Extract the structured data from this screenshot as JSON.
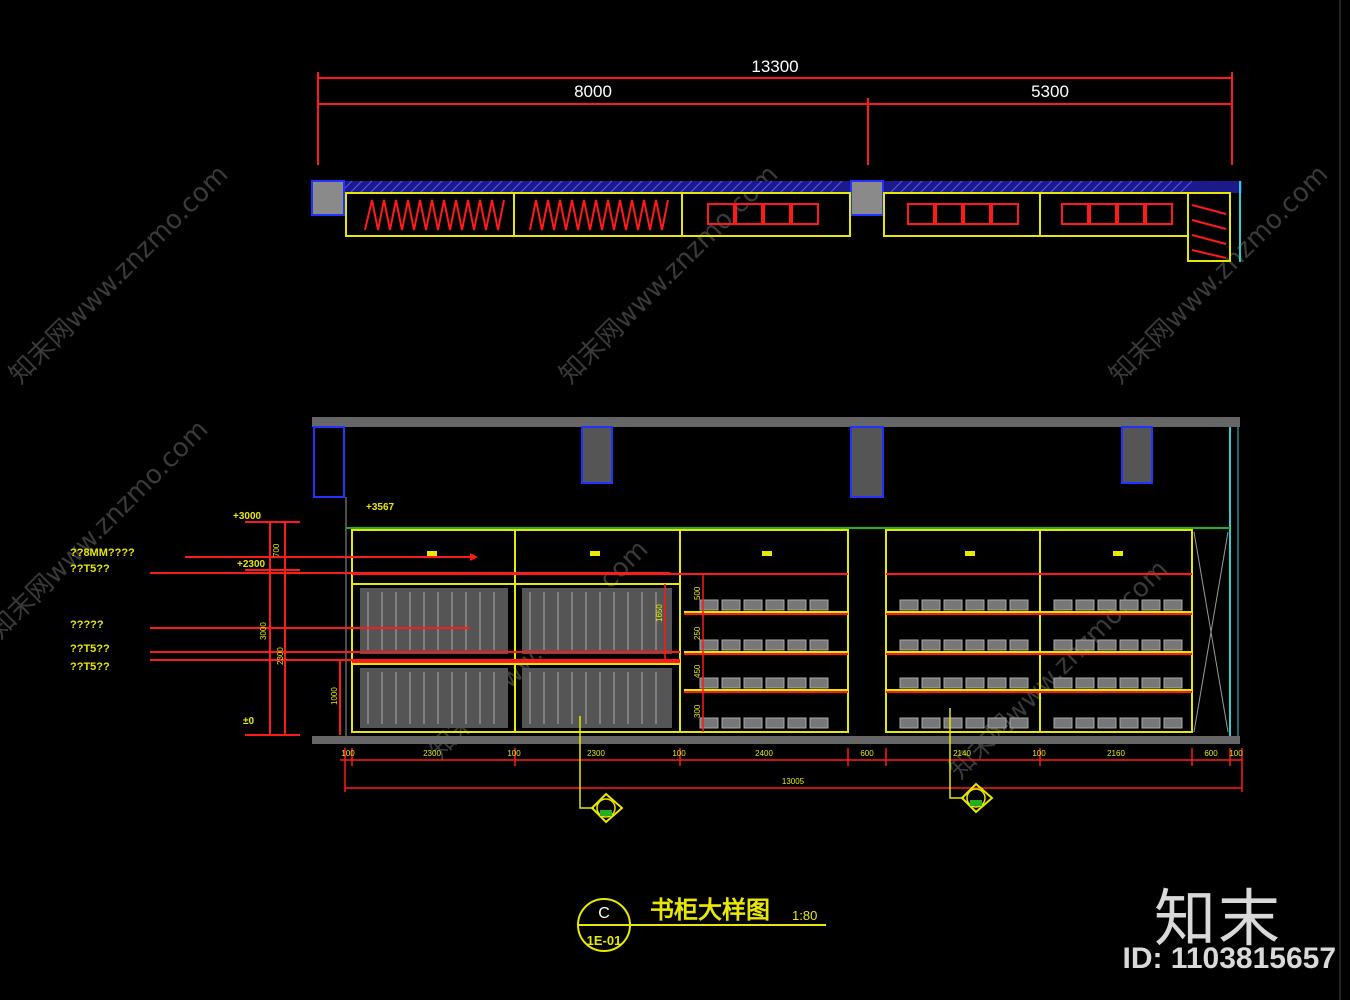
{
  "plan": {
    "total_dim": "13300",
    "left_dim": "8000",
    "right_dim": "5300"
  },
  "elevation": {
    "level_labels": [
      "+3000",
      "+2300",
      "±0"
    ],
    "callouts": [
      "??8MM????",
      "??T5??",
      "?????",
      "??T5??",
      "??T5??"
    ],
    "top_note": "+3567",
    "vertical_dims": [
      "700",
      "3000",
      "2300",
      "1000"
    ],
    "bottom_dims": [
      "100",
      "2300",
      "100",
      "2300",
      "100",
      "2400",
      "600",
      "2140",
      "100",
      "2160",
      "600",
      "100"
    ],
    "overall_dim": "13005",
    "inner_dims": [
      "1650",
      "500",
      "250",
      "450",
      "300"
    ]
  },
  "title_block": {
    "circle_top": "C",
    "circle_bottom": "1E-01",
    "title": "书柜大样图",
    "scale": "1:80"
  },
  "watermark": {
    "brand": "知末",
    "id_text": "ID: 1103815657",
    "diag_text": "知末网www.znzmo.com"
  },
  "colors": {
    "red": "#ff1a1a",
    "yellow": "#e8e800",
    "blue": "#2233ff",
    "green": "#22b022",
    "gray": "#666666",
    "cyan": "#33cccc"
  }
}
